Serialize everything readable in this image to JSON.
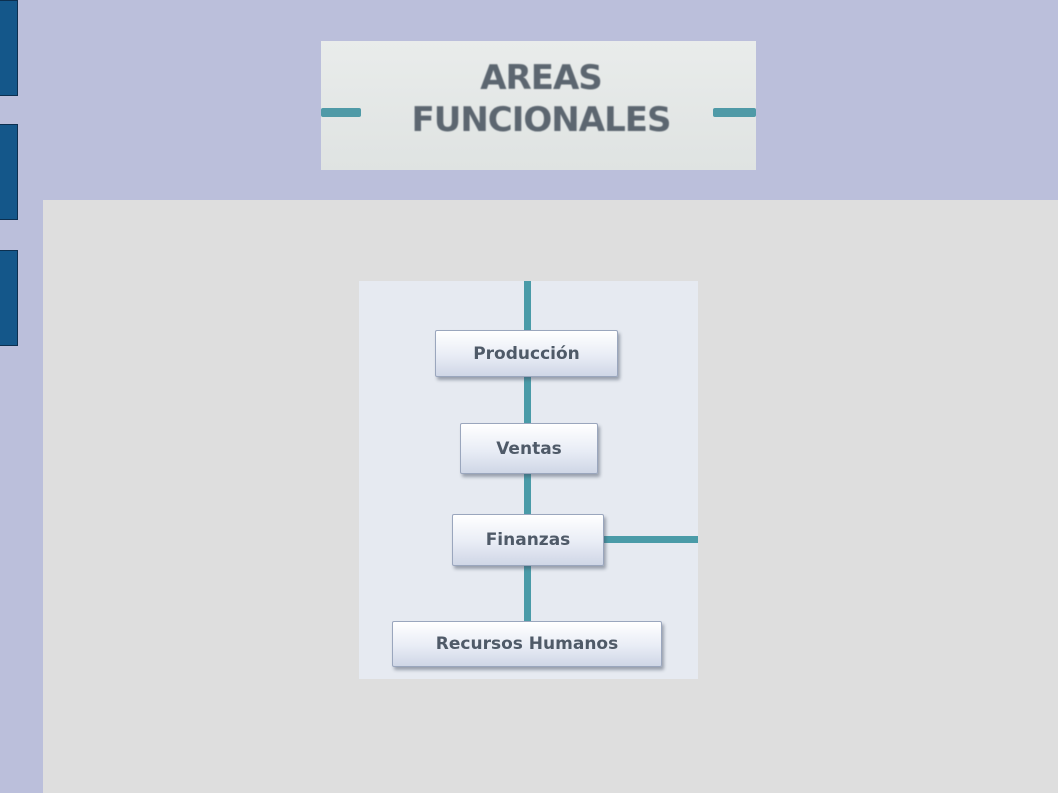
{
  "title": {
    "line1": "AREAS",
    "line2": "FUNCIONALES"
  },
  "diagram": {
    "nodes": [
      {
        "label": "Producción"
      },
      {
        "label": "Ventas"
      },
      {
        "label": "Finanzas"
      },
      {
        "label": "Recursos Humanos"
      }
    ]
  },
  "colors": {
    "background": "#bbbfdb",
    "content_panel": "#dedede",
    "accent_bar": "#14578a",
    "connector": "#4a9ba8",
    "node_text": "#4f5a68",
    "title_text": "#5c6670"
  }
}
